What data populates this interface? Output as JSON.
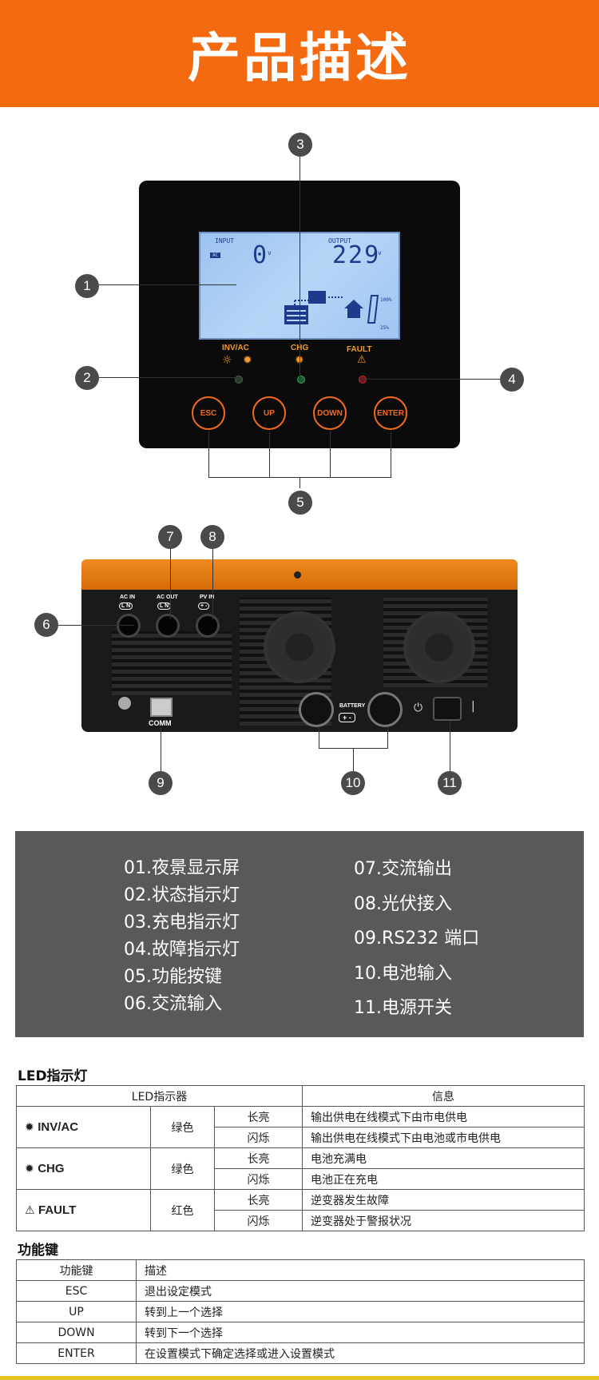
{
  "header": {
    "title": "产品描述"
  },
  "callouts": [
    "1",
    "2",
    "3",
    "4",
    "5",
    "6",
    "7",
    "8",
    "9",
    "10",
    "11"
  ],
  "front_panel": {
    "lcd": {
      "input_label": "INPUT",
      "ac_label": "AC",
      "input_value": "0",
      "input_unit": "v",
      "output_label": "OUTPUT",
      "output_value": "229",
      "output_unit": "v",
      "pct_top": "100%",
      "pct_bottom": "25%"
    },
    "leds": {
      "inv_ac": "INV/AC",
      "chg": "CHG",
      "fault": "FAULT"
    },
    "buttons": [
      "ESC",
      "UP",
      "DOWN",
      "ENTER"
    ]
  },
  "back_panel": {
    "ac_in": "AC IN",
    "ac_out": "AC OUT",
    "pv_in": "PV IN",
    "ln": "L N",
    "pv_pol": "+ -",
    "comm": "COMM",
    "battery": "BATTERY",
    "battery_pol": "+ -"
  },
  "legend": {
    "left": [
      "01.夜景显示屏",
      "02.状态指示灯",
      "03.充电指示灯",
      "04.故障指示灯",
      "05.功能按键",
      "06.交流输入"
    ],
    "right": [
      "07.交流输出",
      "08.光伏接入",
      "09.RS232 端口",
      "10.电池输入",
      "11.电源开关"
    ]
  },
  "led_section": {
    "title": "LED指示灯",
    "headers": [
      "LED指示器",
      "信息"
    ],
    "rows": [
      {
        "name": "INV/AC",
        "color": "绿色",
        "items": [
          {
            "state": "长亮",
            "info": "输出供电在线模式下由市电供电"
          },
          {
            "state": "闪烁",
            "info": "输出供电在线模式下由电池或市电供电"
          }
        ]
      },
      {
        "name": "CHG",
        "color": "绿色",
        "items": [
          {
            "state": "长亮",
            "info": "电池充满电"
          },
          {
            "state": "闪烁",
            "info": "电池正在充电"
          }
        ]
      },
      {
        "name": "FAULT",
        "color": "红色",
        "items": [
          {
            "state": "长亮",
            "info": "逆变器发生故障"
          },
          {
            "state": "闪烁",
            "info": "逆变器处于警报状况"
          }
        ]
      }
    ]
  },
  "key_section": {
    "title": "功能键",
    "headers": [
      "功能键",
      "描述"
    ],
    "rows": [
      {
        "key": "ESC",
        "desc": "退出设定模式"
      },
      {
        "key": "UP",
        "desc": "转到上一个选择"
      },
      {
        "key": "DOWN",
        "desc": "转到下一个选择"
      },
      {
        "key": "ENTER",
        "desc": "在设置模式下确定选择或进入设置模式"
      }
    ]
  },
  "colors": {
    "header_bg": "#f36a10",
    "legend_bg": "#58595b",
    "button_orange": "#f26b1d"
  }
}
